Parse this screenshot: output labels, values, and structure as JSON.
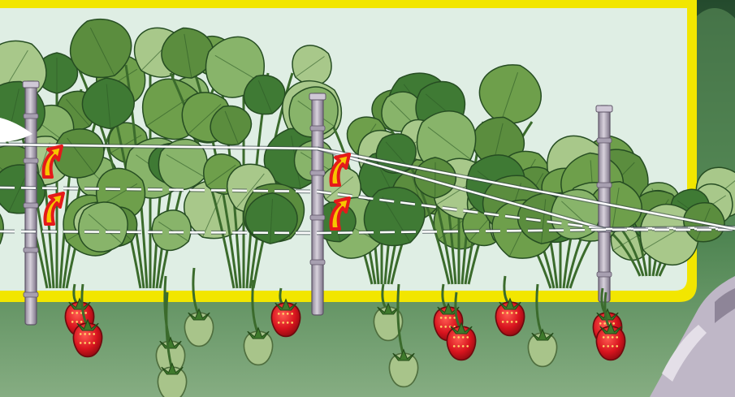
{
  "colors": {
    "frame_yellow": "#f2e600",
    "panel_bg": "#dfeee4",
    "bg_top": "#2e5a36",
    "bg_bottom": "#7da77d",
    "leaf_dark": "#3f7a34",
    "leaf_mid": "#6e9f4b",
    "leaf_light": "#a8c88a",
    "post": "#b9b0c0",
    "post_shadow": "#7e7388",
    "wire": "#ffffff",
    "arrow_fill": "#f7c600",
    "arrow_stroke": "#e41a1a",
    "berry": "#d8141e",
    "green_berry": "#a8c48a"
  },
  "icons": {
    "post": "support-post",
    "wire": "support-wire",
    "arrow": "tie-up-arrow",
    "berry": "strawberry"
  }
}
